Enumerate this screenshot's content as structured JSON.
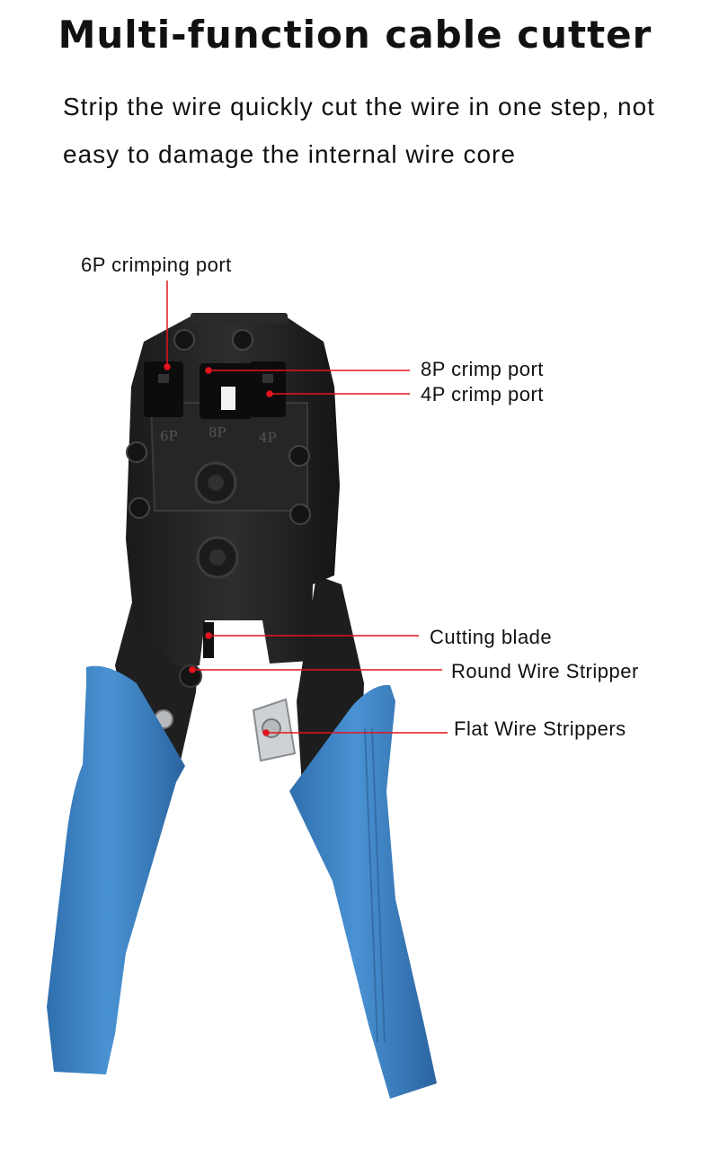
{
  "header": {
    "title": "Multi-function cable cutter",
    "subtitle": "Strip the wire quickly cut the wire in one step, not easy to damage the internal wire core"
  },
  "tool": {
    "port_marks": [
      "6P",
      "8P",
      "4P"
    ],
    "body_color": "#222222",
    "handle_color": "#3f86c5",
    "callout_color": "#e3141e"
  },
  "callouts": {
    "crimp_6p": "6P crimping port",
    "crimp_8p": "8P crimp port",
    "crimp_4p": "4P crimp port",
    "cutting_blade": "Cutting blade",
    "round_stripper": "Round Wire Stripper",
    "flat_stripper": "Flat Wire Strippers"
  }
}
